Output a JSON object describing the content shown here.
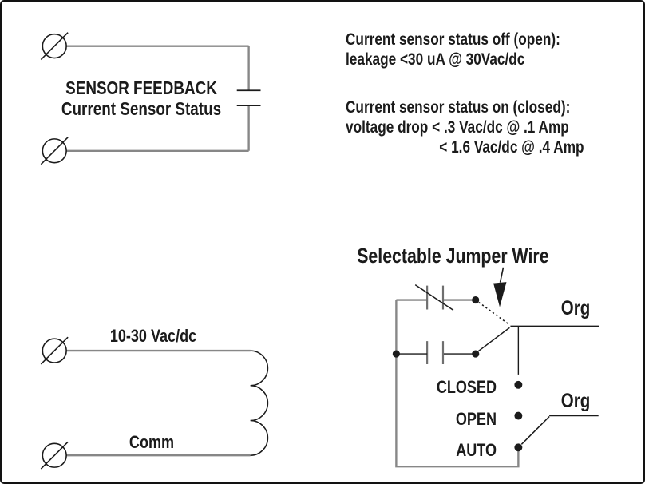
{
  "colors": {
    "background": "#ffffff",
    "wire_gray": "#878787",
    "plate_gray": "#6f6f6f",
    "symbol_black": "#1b1b1b",
    "text": "#1b1b1b"
  },
  "sensor_feedback": {
    "label_line1": "SENSOR FEEDBACK",
    "label_line2": "Current Sensor Status"
  },
  "specs": {
    "off_title": "Current sensor status off (open):",
    "off_detail": "leakage <30 uA @ 30Vac/dc",
    "on_title": "Current sensor status on (closed):",
    "on_detail1": "voltage drop < .3 Vac/dc @ .1 Amp",
    "on_detail2": "< 1.6 Vac/dc @ .4 Amp"
  },
  "power_input": {
    "supply_label": "10-30 Vac/dc",
    "common_label": "Comm"
  },
  "jumper": {
    "title": "Selectable Jumper Wire",
    "positions": [
      "CLOSED",
      "OPEN",
      "AUTO"
    ],
    "top_wire_label": "Org",
    "bottom_wire_label": "Org"
  }
}
